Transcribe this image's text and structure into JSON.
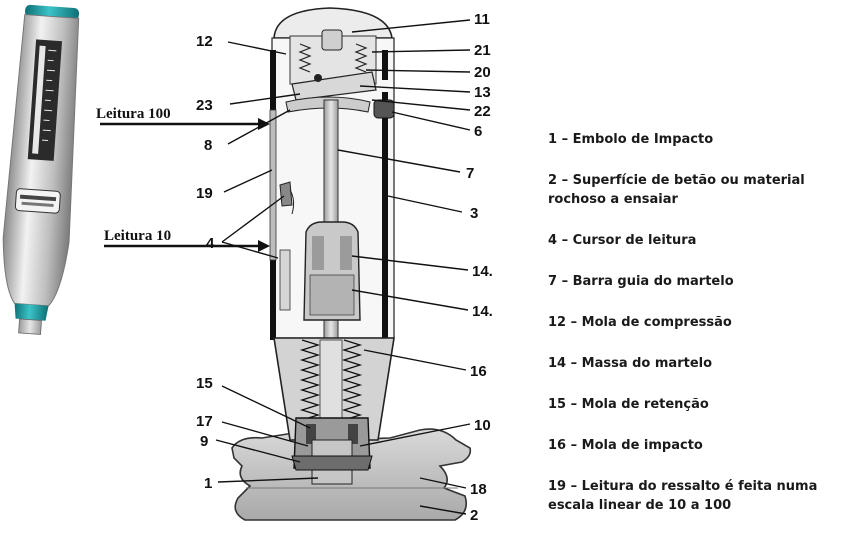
{
  "readings": {
    "high": "Leitura 100",
    "low": "Leitura 10"
  },
  "callouts": {
    "n11": "11",
    "n12": "12",
    "n21": "21",
    "n20": "20",
    "n13": "13",
    "n23": "23",
    "n22": "22",
    "n6": "6",
    "n8": "8",
    "n7": "7",
    "n19": "19",
    "n3": "3",
    "n4": "4",
    "n14a": "14.",
    "n14b": "14.",
    "n16": "16",
    "n15": "15",
    "n10": "10",
    "n17": "17",
    "n9": "9",
    "n1": "1",
    "n18": "18",
    "n2": "2"
  },
  "legend": {
    "items": [
      "1 – Embolo de Impacto",
      "2 – Superfície de betão ou material rochoso a ensaiar",
      "4 – Cursor de leitura",
      "7 – Barra guia do martelo",
      "12 – Mola de compressão",
      "14 – Massa do martelo",
      "15 – Mola de retenção",
      "16 – Mola de impacto",
      "19 – Leitura do ressalto é feita numa escala linear de 10 a 100"
    ]
  },
  "colors": {
    "accent_teal": "#1aa3a8",
    "body_grey": "#c8c8c8",
    "ink": "#111111"
  }
}
